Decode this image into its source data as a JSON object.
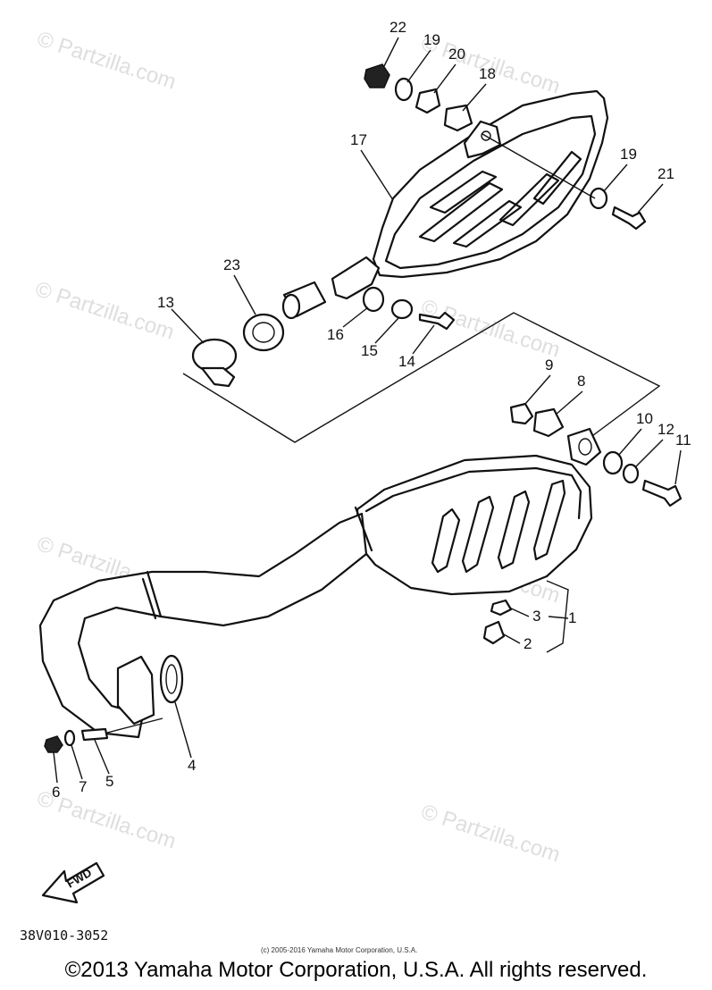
{
  "watermark": "© Partzilla.com",
  "drawing_code": "38V010-3052",
  "fwd_label": "FWD",
  "small_copyright": "(c) 2005-2016 Yamaha Motor Corporation, U.S.A.",
  "copyright": "©2013 Yamaha Motor Corporation, U.S.A. All rights reserved.",
  "callouts": {
    "c1": "1",
    "c2": "2",
    "c3": "3",
    "c4": "4",
    "c5": "5",
    "c6": "6",
    "c7": "7",
    "c8": "8",
    "c9": "9",
    "c10": "10",
    "c11": "11",
    "c12": "12",
    "c13": "13",
    "c14": "14",
    "c15": "15",
    "c16": "16",
    "c17": "17",
    "c18": "18",
    "c19a": "19",
    "c19b": "19",
    "c20": "20",
    "c21": "21",
    "c22": "22",
    "c23": "23"
  }
}
